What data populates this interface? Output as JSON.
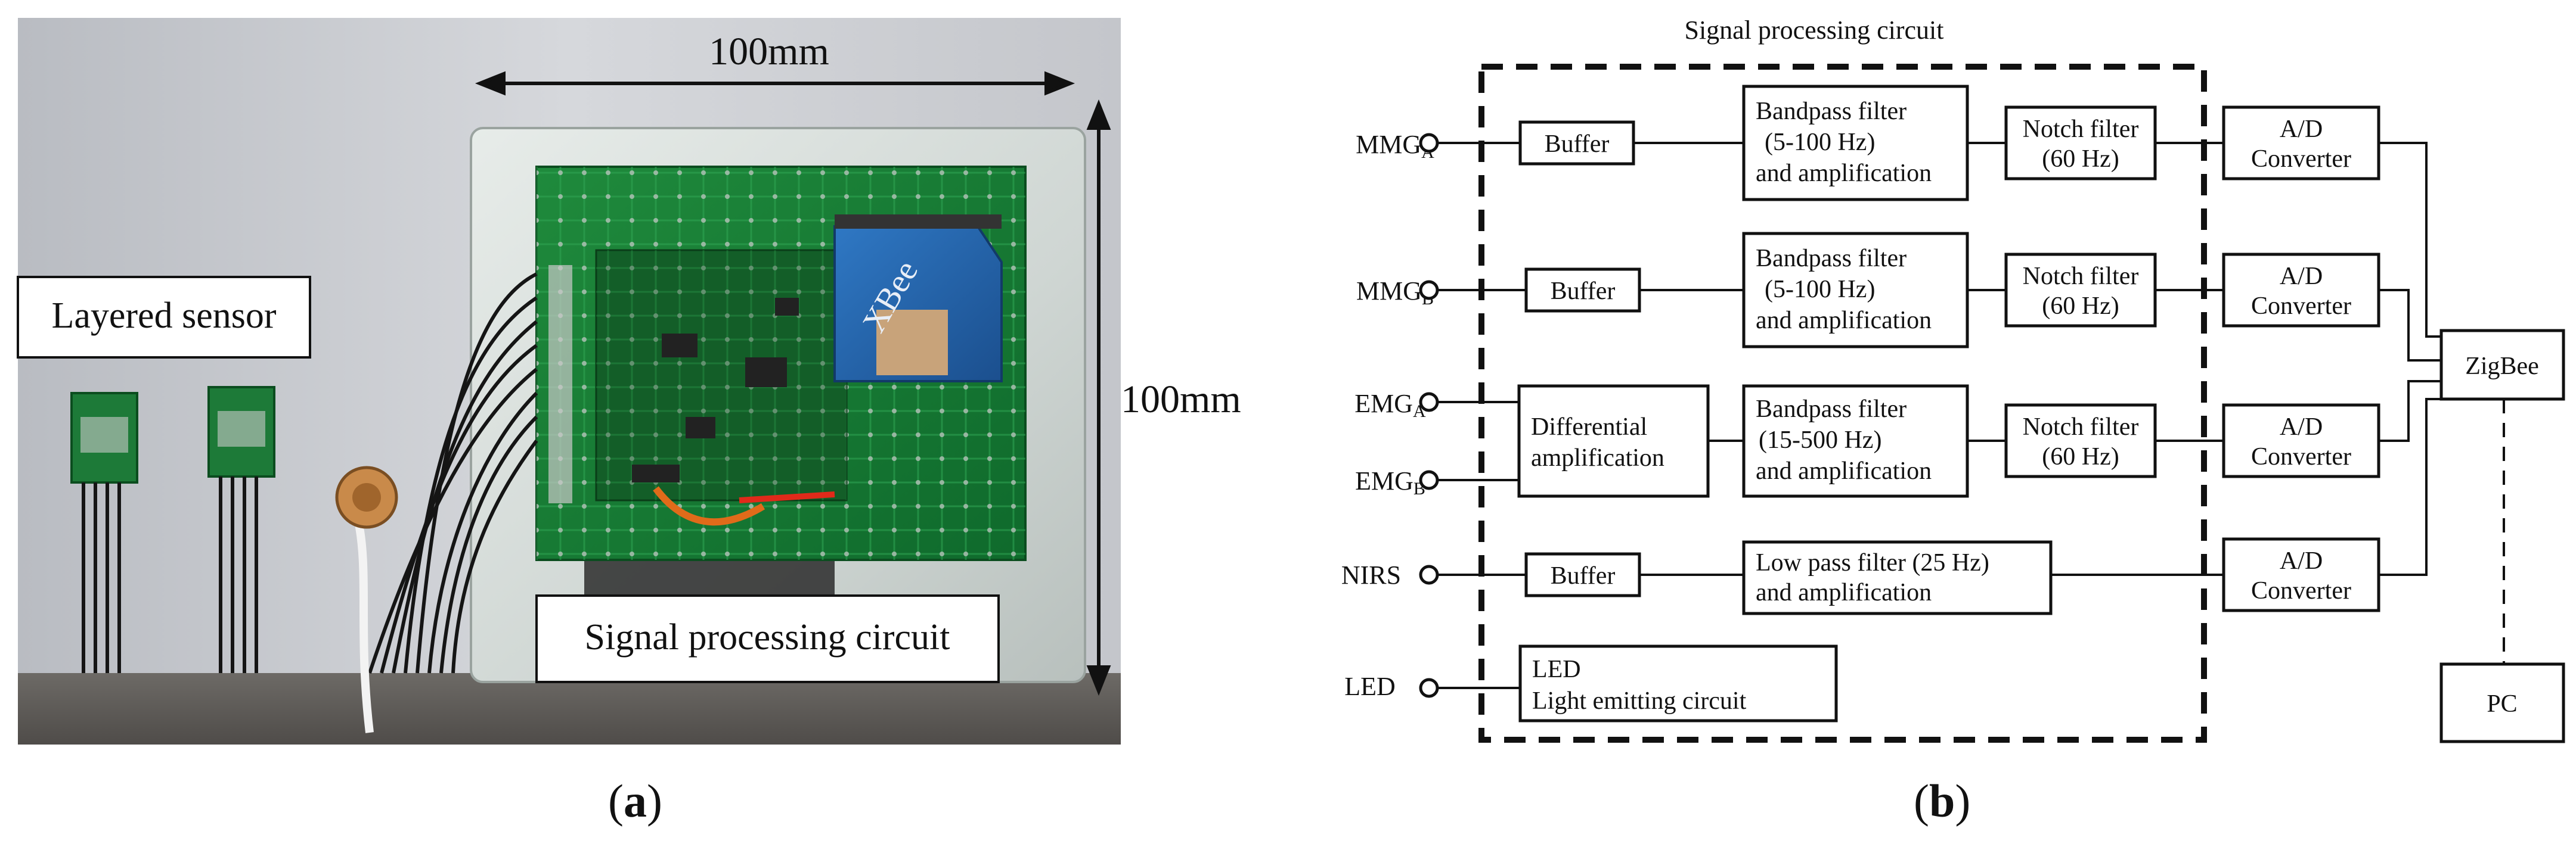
{
  "panel_a": {
    "caption_label": "a",
    "dimension_width": "100mm",
    "dimension_height": "100mm",
    "label_sensor": "Layered sensor",
    "label_circuit": "Signal processing circuit",
    "module_text": "XBee"
  },
  "panel_b": {
    "caption_label": "b",
    "circuit_title": "Signal processing circuit",
    "inputs": {
      "mmg_a": {
        "base": "MMG",
        "sub": "A"
      },
      "mmg_b": {
        "base": "MMG",
        "sub": "B"
      },
      "emg_a": {
        "base": "EMG",
        "sub": "A"
      },
      "emg_b": {
        "base": "EMG",
        "sub": "B"
      },
      "nirs": "NIRS",
      "led": "LED"
    },
    "blocks": {
      "buffer": "Buffer",
      "differential": [
        "Differential",
        "amplification"
      ],
      "bandpass_5_100": [
        "Bandpass filter",
        "(5-100 Hz)",
        "and amplification"
      ],
      "bandpass_15_500": [
        "Bandpass filter",
        "(15-500 Hz)",
        "and amplification"
      ],
      "notch": [
        "Notch filter",
        "(60 Hz)"
      ],
      "lowpass": [
        "Low pass filter (25 Hz)",
        "and amplification"
      ],
      "led_circuit": [
        "LED",
        "Light emitting circuit"
      ],
      "adc": [
        "A/D",
        "Converter"
      ],
      "zigbee": "ZigBee",
      "pc": "PC"
    }
  }
}
